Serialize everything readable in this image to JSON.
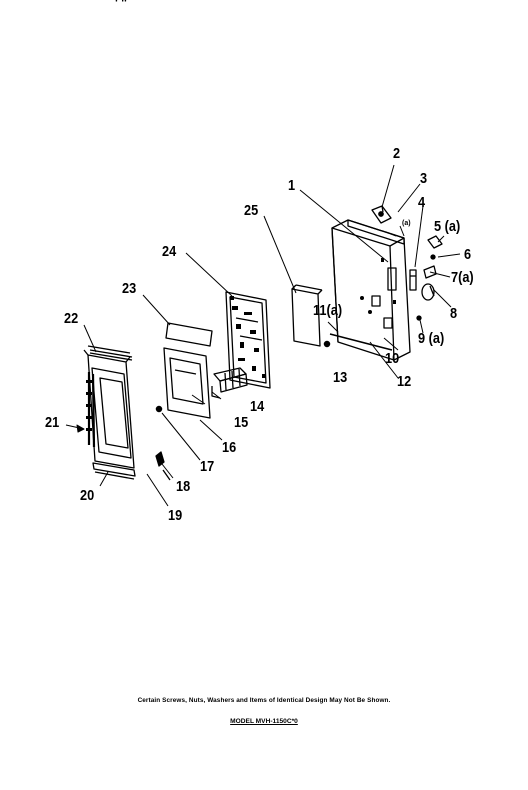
{
  "diagram": {
    "callouts": {
      "c1": "1",
      "c2": "2",
      "c3": "3",
      "c4": "4",
      "c5": "5 (a)",
      "c6": "6",
      "c7": "7(a)",
      "c8": "8",
      "c9": "9 (a)",
      "c10": "10",
      "c11": "11(a)",
      "c12": "12",
      "c13": "13",
      "c14": "14",
      "c15": "15",
      "c16": "16",
      "c17": "17",
      "c18": "18",
      "c19": "19",
      "c20": "20",
      "c21": "21",
      "c22": "22",
      "c23": "23",
      "c24": "24",
      "c25": "25"
    },
    "small_label": "(a)",
    "corner_mark": "' ''"
  },
  "footer": {
    "note": "Certain Screws, Nuts, Washers and Items of Identical Design May Not Be Shown.",
    "model": "MODEL MVH-1150C*0"
  }
}
